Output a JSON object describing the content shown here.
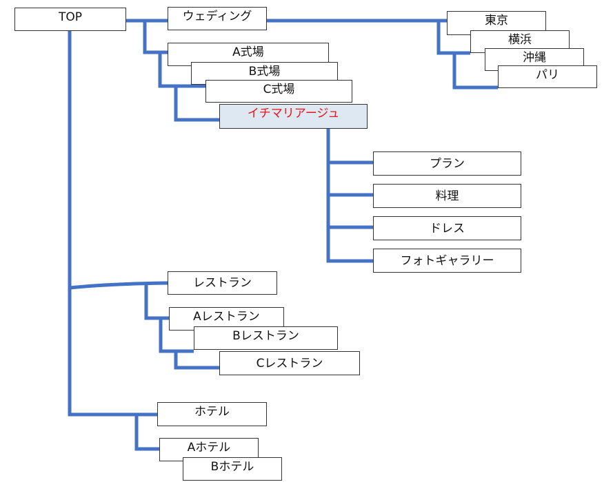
{
  "colors": {
    "connector": "#4472c4",
    "highlight_fill": "#dde8f3",
    "highlight_text": "#ee1111"
  },
  "nodes": {
    "top": "TOP",
    "wedding": "ウェディング",
    "tokyo": "東京",
    "yokohama": "横浜",
    "okinawa": "沖縄",
    "paris": "パリ",
    "hall_a": "A式場",
    "hall_b": "B式場",
    "hall_c": "C式場",
    "ichimarriage": "イチマリアージュ",
    "plan": "プラン",
    "cuisine": "料理",
    "dress": "ドレス",
    "gallery": "フォトギャラリー",
    "restaurant": "レストラン",
    "restaurant_a": "Aレストラン",
    "restaurant_b": "Bレストラン",
    "restaurant_c": "Cレストラン",
    "hotel": "ホテル",
    "hotel_a": "Aホテル",
    "hotel_b": "Bホテル"
  }
}
